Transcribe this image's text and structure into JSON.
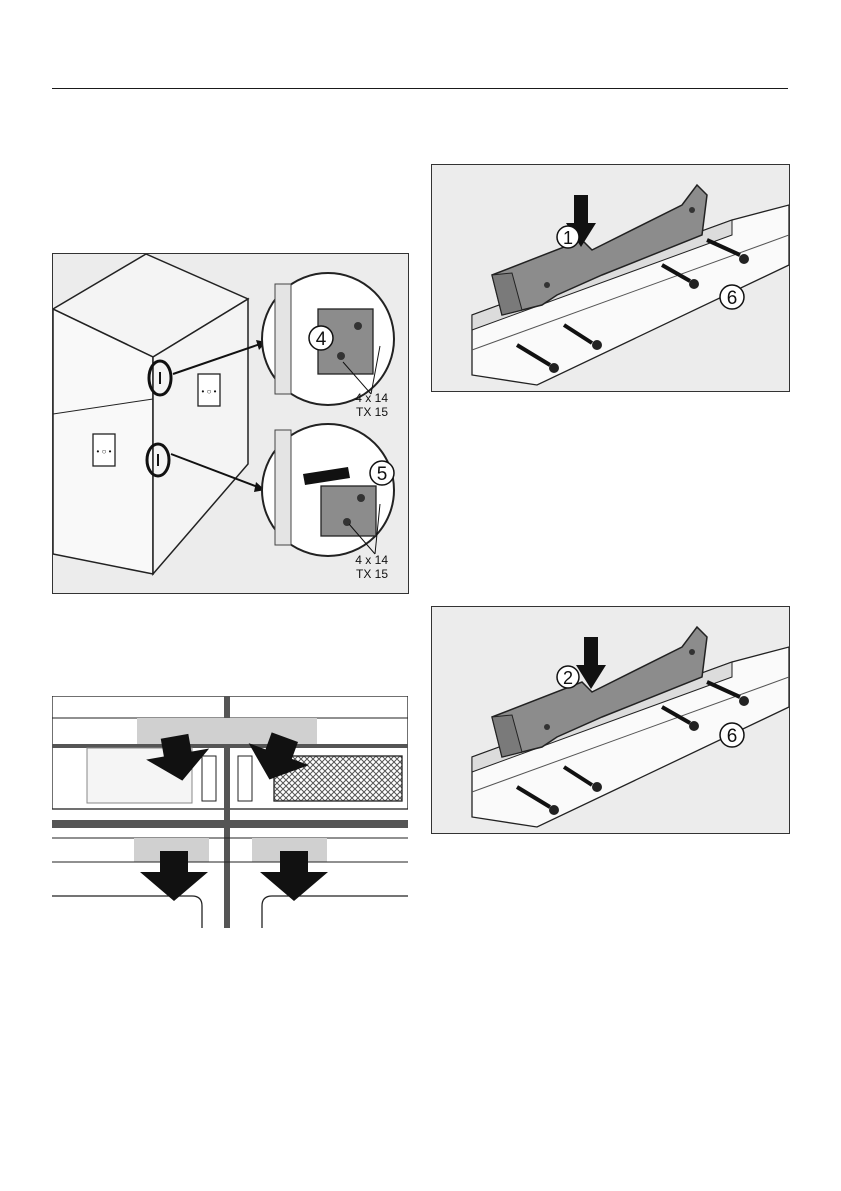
{
  "figures": {
    "cabinet_connection": {
      "callouts": [
        {
          "number": "4",
          "screws": "4 x 14",
          "bit": "TX 15"
        },
        {
          "number": "5",
          "screws": "4 x 14",
          "bit": "TX 15"
        }
      ]
    },
    "bracket_install_1": {
      "callout": "1",
      "screw_callout": "6"
    },
    "bracket_install_2": {
      "callout": "2",
      "screw_callout": "6"
    },
    "vent_arrows": {}
  },
  "colors": {
    "bracket": "#8c8c8c",
    "vent_grey": "#d0d0d0",
    "line": "#1a1a1a"
  },
  "icons": [
    "arrow-icon",
    "screw-icon",
    "bracket-icon",
    "ventilation-arrow-icon"
  ]
}
